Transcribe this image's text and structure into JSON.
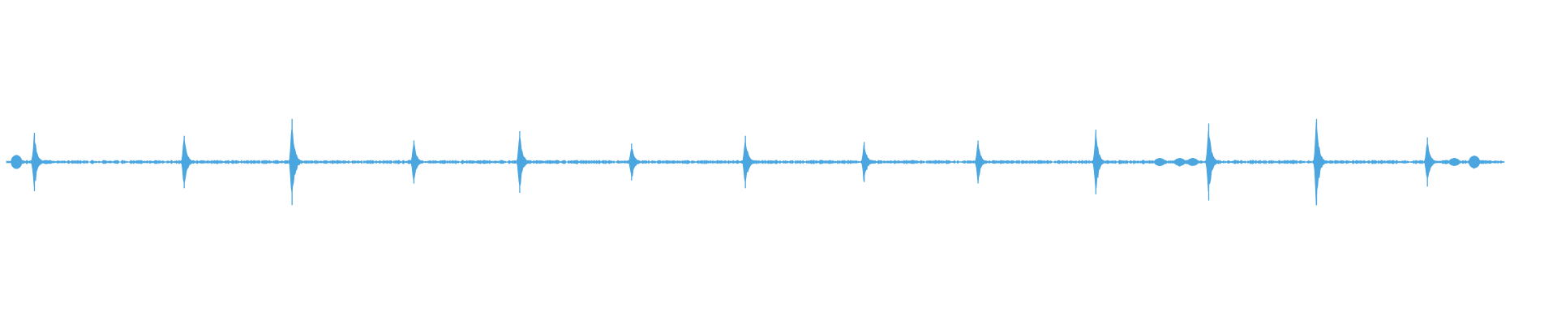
{
  "colors": {
    "background": "#ffffff",
    "waveform": "#4ba6e0"
  },
  "chart_data": {
    "type": "area",
    "title": "",
    "xlabel": "",
    "ylabel": "",
    "grid": false,
    "legend": "none",
    "xlim": [
      0,
      1500
    ],
    "ylim": [
      -1,
      1
    ],
    "series": [
      {
        "name": "",
        "baseline_amplitude": 0.01,
        "spikes": [
          {
            "x": 28,
            "amplitude": 0.19
          },
          {
            "x": 178,
            "amplitude": 0.17
          },
          {
            "x": 286,
            "amplitude": 0.28
          },
          {
            "x": 408,
            "amplitude": 0.14
          },
          {
            "x": 514,
            "amplitude": 0.2
          },
          {
            "x": 626,
            "amplitude": 0.12
          },
          {
            "x": 740,
            "amplitude": 0.17
          },
          {
            "x": 859,
            "amplitude": 0.13
          },
          {
            "x": 973,
            "amplitude": 0.14
          },
          {
            "x": 1091,
            "amplitude": 0.21
          },
          {
            "x": 1204,
            "amplitude": 0.25
          },
          {
            "x": 1312,
            "amplitude": 0.28
          },
          {
            "x": 1423,
            "amplitude": 0.16
          }
        ],
        "blobs": [
          {
            "x": 10,
            "amplitude": 0.045
          },
          {
            "x": 1470,
            "amplitude": 0.04
          },
          {
            "x": 1450,
            "amplitude": 0.025
          },
          {
            "x": 1155,
            "amplitude": 0.025
          },
          {
            "x": 1175,
            "amplitude": 0.025
          },
          {
            "x": 1188,
            "amplitude": 0.025
          }
        ]
      }
    ]
  }
}
